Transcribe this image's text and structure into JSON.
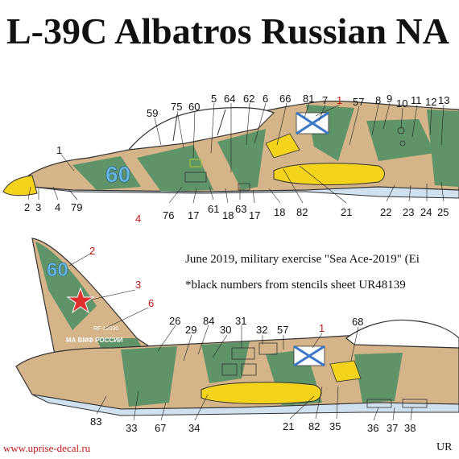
{
  "title": "L-39C Albatros Russian NA",
  "notes": {
    "event": "June 2019, military exercise \"Sea Ace-2019\" (Ei",
    "stencils": "*black numbers from stencils sheet UR48139"
  },
  "footer": {
    "url": "www.uprise-decal.ru",
    "code": "UR"
  },
  "markings": {
    "side_number": "60",
    "registration": "RF-12030",
    "fin_inscription": "МА ВМФ РОССИИ"
  },
  "colors": {
    "tan": "#d4b488",
    "green": "#5f9368",
    "yellow": "#f3d31c",
    "underside": "#cfe0ee",
    "number_blue": "#6ab7e4",
    "star_red": "#e03030"
  },
  "callouts_top": {
    "c1": "1",
    "c59": "59",
    "c75": "75",
    "c60": "60",
    "c5": "5",
    "c64": "64",
    "c62": "62",
    "c6": "6",
    "c66": "66",
    "c81": "81",
    "c7": "7",
    "c1r": "1",
    "c57": "57",
    "c8": "8",
    "c9": "9",
    "c10": "10",
    "c11": "11",
    "c12": "12",
    "c13": "13",
    "c2": "2",
    "c3": "3",
    "c4": "4",
    "c79": "79",
    "c4r": "4",
    "c76": "76",
    "c17a": "17",
    "c61": "61",
    "c18a": "18",
    "c63": "63",
    "c17b": "17",
    "c18b": "18",
    "c82": "82",
    "c21": "21",
    "c22": "22",
    "c23": "23",
    "c24": "24",
    "c25": "25"
  },
  "callouts_bottom": {
    "c2r": "2",
    "c3r": "3",
    "c6r": "6",
    "c26": "26",
    "c84": "84",
    "c29": "29",
    "c31": "31",
    "c30": "30",
    "c32": "32",
    "c57": "57",
    "c1r": "1",
    "c68": "68",
    "c83": "83",
    "c33": "33",
    "c67": "67",
    "c34": "34",
    "c21": "21",
    "c82": "82",
    "c35": "35",
    "c36": "36",
    "c37": "37",
    "c38": "38"
  }
}
